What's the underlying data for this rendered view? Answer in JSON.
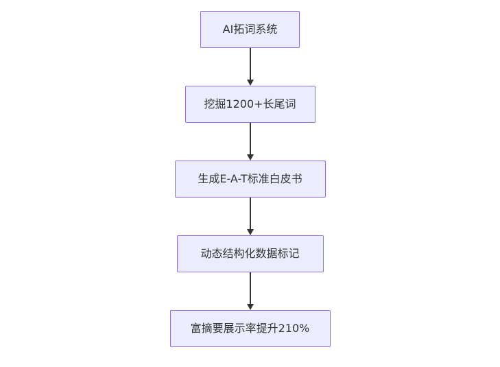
{
  "diagram": {
    "type": "flowchart",
    "direction": "top-down",
    "colors": {
      "background": "#ffffff",
      "node_fill": "#ECECFF",
      "node_border": "#9370DB",
      "node_text": "#333333",
      "arrow": "#333333"
    },
    "nodes": [
      {
        "id": "A",
        "label": "AI拓词系统"
      },
      {
        "id": "B",
        "label": "挖掘1200+长尾词"
      },
      {
        "id": "C",
        "label": "生成E-A-T标准白皮书"
      },
      {
        "id": "D",
        "label": "动态结构化数据标记"
      },
      {
        "id": "E",
        "label": "富摘要展示率提升210%"
      }
    ],
    "edges": [
      {
        "from": "A",
        "to": "B"
      },
      {
        "from": "B",
        "to": "C"
      },
      {
        "from": "C",
        "to": "D"
      },
      {
        "from": "D",
        "to": "E"
      }
    ]
  }
}
